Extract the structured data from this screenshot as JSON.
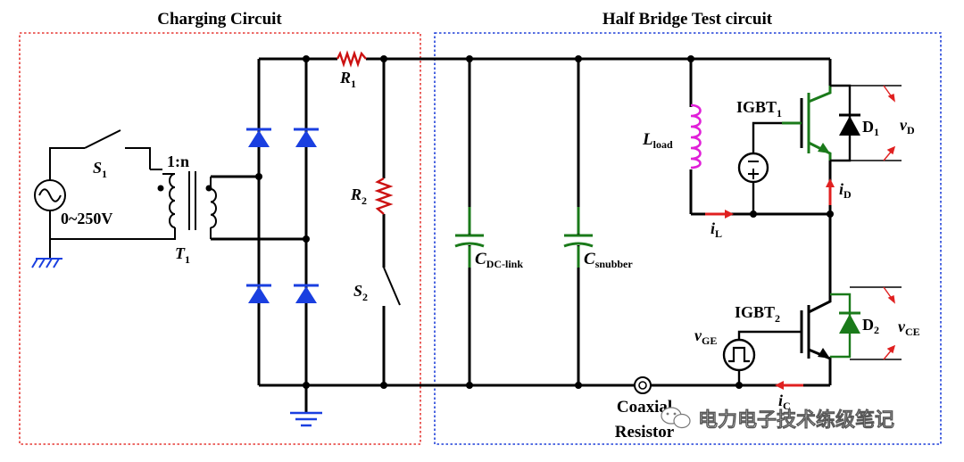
{
  "sections": {
    "charging": {
      "title": "Charging Circuit",
      "border_color": "#e53935"
    },
    "half_bridge": {
      "title": "Half Bridge Test circuit",
      "border_color": "#1e3fd8"
    }
  },
  "labels": {
    "source_voltage": "0~250V",
    "switch1": {
      "main": "S",
      "sub": "1"
    },
    "turns_ratio": "1:n",
    "transformer": {
      "main": "T",
      "sub": "1"
    },
    "resistor1": {
      "main": "R",
      "sub": "1"
    },
    "resistor2": {
      "main": "R",
      "sub": "2"
    },
    "switch2": {
      "main": "S",
      "sub": "2"
    },
    "c_dclink": {
      "main": "C",
      "sub": "DC-link"
    },
    "c_snubber": {
      "main": "C",
      "sub": "snubber"
    },
    "l_load": {
      "main": "L",
      "sub": "load"
    },
    "igbt1": {
      "main": "IGBT",
      "sub": "1"
    },
    "igbt2": {
      "main": "IGBT",
      "sub": "2"
    },
    "diode1": {
      "main": "D",
      "sub": "1"
    },
    "diode2": {
      "main": "D",
      "sub": "2"
    },
    "v_d": {
      "main": "v",
      "sub": "D"
    },
    "v_ce": {
      "main": "v",
      "sub": "CE"
    },
    "v_ge": {
      "main": "v",
      "sub": "GE"
    },
    "i_d": {
      "main": "i",
      "sub": "D"
    },
    "i_l": {
      "main": "i",
      "sub": "L"
    },
    "i_c": {
      "main": "i",
      "sub": "C"
    },
    "coaxial_line1": "Coaxial",
    "coaxial_line2": "Resistor"
  },
  "watermark": {
    "text": "电力电子技术练级笔记",
    "icon": "wechat-icon"
  },
  "colors": {
    "wire": "#000000",
    "diode_blue": "#1a3fe0",
    "igbt_green": "#1a7a1a",
    "capacitor_green": "#1a7a1a",
    "inductor_magenta": "#e020d8",
    "resistor_red": "#cc1111",
    "current_arrow_red": "#e02020",
    "ground_blue": "#1a3fe0"
  }
}
